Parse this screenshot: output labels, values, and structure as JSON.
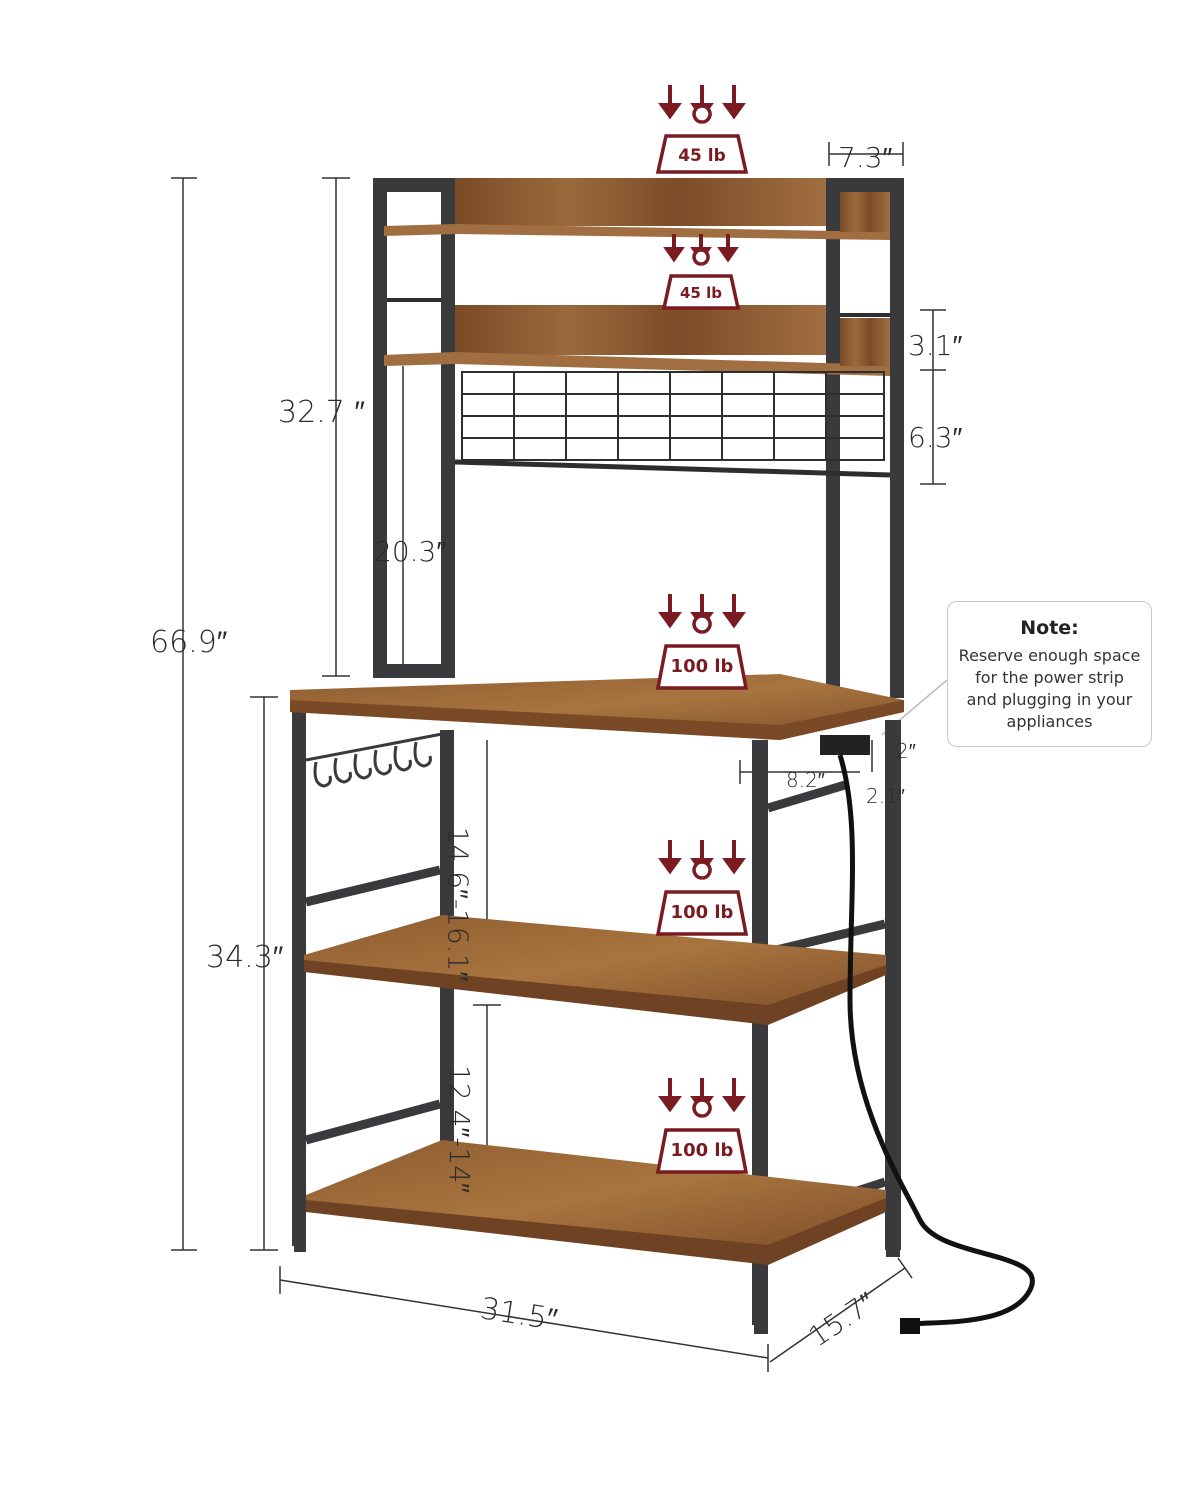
{
  "dimensions": {
    "total_height": "66.9″",
    "upper_height": "32.7 ″",
    "lower_height": "34.3″",
    "hutch_opening": "20.3″",
    "top_depth": "7.3″",
    "shelf_gap": "3.1″",
    "grid_height": "6.3″",
    "gap_middle": "14.6″-16.1″",
    "gap_bottom": "12.4″-14″",
    "width": "31.5″",
    "depth": "15.7″",
    "outlet_offset": "8.2″",
    "outlet_height": "2″",
    "outlet_width": "2.1″"
  },
  "load_capacities": [
    "45 lb",
    "45 lb",
    "100 lb",
    "100 lb",
    "100 lb"
  ],
  "note": {
    "title": "Note:",
    "body": "Reserve enough space for the power strip and plugging in your appliances"
  },
  "colors": {
    "load_accent": "#7a1b22",
    "wood": "#8a5a32",
    "frame": "#2e2e30",
    "dimension_line": "#333333"
  }
}
